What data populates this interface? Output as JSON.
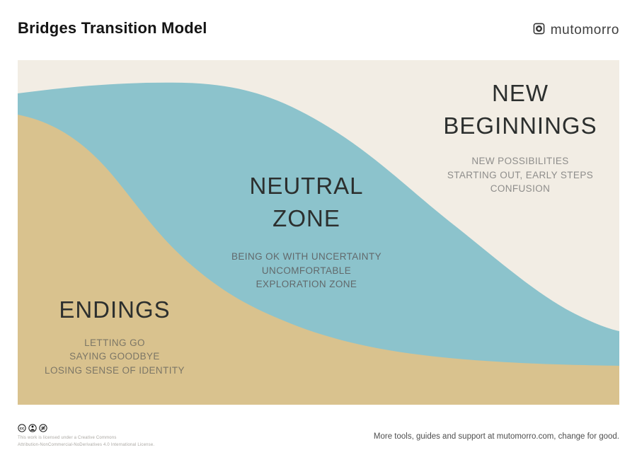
{
  "header": {
    "title": "Bridges Transition Model",
    "brand": "mutomorro"
  },
  "diagram": {
    "colors": {
      "background": "#f2ede4",
      "neutral": "#8cc3cc",
      "endings": "#d9c28e"
    },
    "endings": {
      "title": "ENDINGS",
      "sub1": "LETTING GO",
      "sub2": "SAYING GOODBYE",
      "sub3": "LOSING SENSE OF IDENTITY"
    },
    "neutral": {
      "line1": "NEUTRAL",
      "line2": "ZONE",
      "sub1": "BEING OK WITH UNCERTAINTY",
      "sub2": "UNCOMFORTABLE",
      "sub3": "EXPLORATION ZONE"
    },
    "beginnings": {
      "line1": "NEW",
      "line2": "BEGINNINGS",
      "sub1": "NEW POSSIBILITIES",
      "sub2": "STARTING OUT, EARLY STEPS",
      "sub3": "CONFUSION"
    }
  },
  "footer": {
    "license_line1": "This work is licensed under a Creative Commons",
    "license_line2": "Attribution-NonCommercial-NoDerivatives 4.0 International License.",
    "support_text": "More tools, guides and support at mutomorro.com, change for good."
  }
}
